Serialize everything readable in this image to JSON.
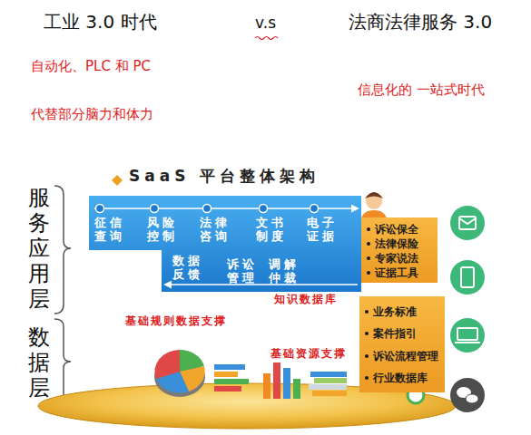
{
  "diagram": {
    "title": "SaaS 平台整体架构",
    "nodes": [
      {
        "text": [
          "征信查询",
          "风险控制",
          "法律咨询",
          "文书制度",
          "电子证据",
          "数据反馈",
          "诉讼管理",
          "调解仲裁"
        ]
      },
      {
        "text": [
          "诉讼保全",
          "法律保险",
          "专家说法",
          "证据工具"
        ]
      },
      {
        "text": [
          "业务标准",
          "案件指引",
          "诉讼流程管理",
          "行业数据库"
        ]
      }
    ],
    "labels": [
      "工业 3.0 时代",
      "v.s",
      "法商法律服务 3.0",
      "自动化、PLC 和 PC",
      "代替部分脑力和体力",
      "信息化的 一站式时代",
      "服务应用层",
      "数据层",
      "基础规则数据支撑",
      "知识数据库",
      "基础资源支撑"
    ]
  }
}
